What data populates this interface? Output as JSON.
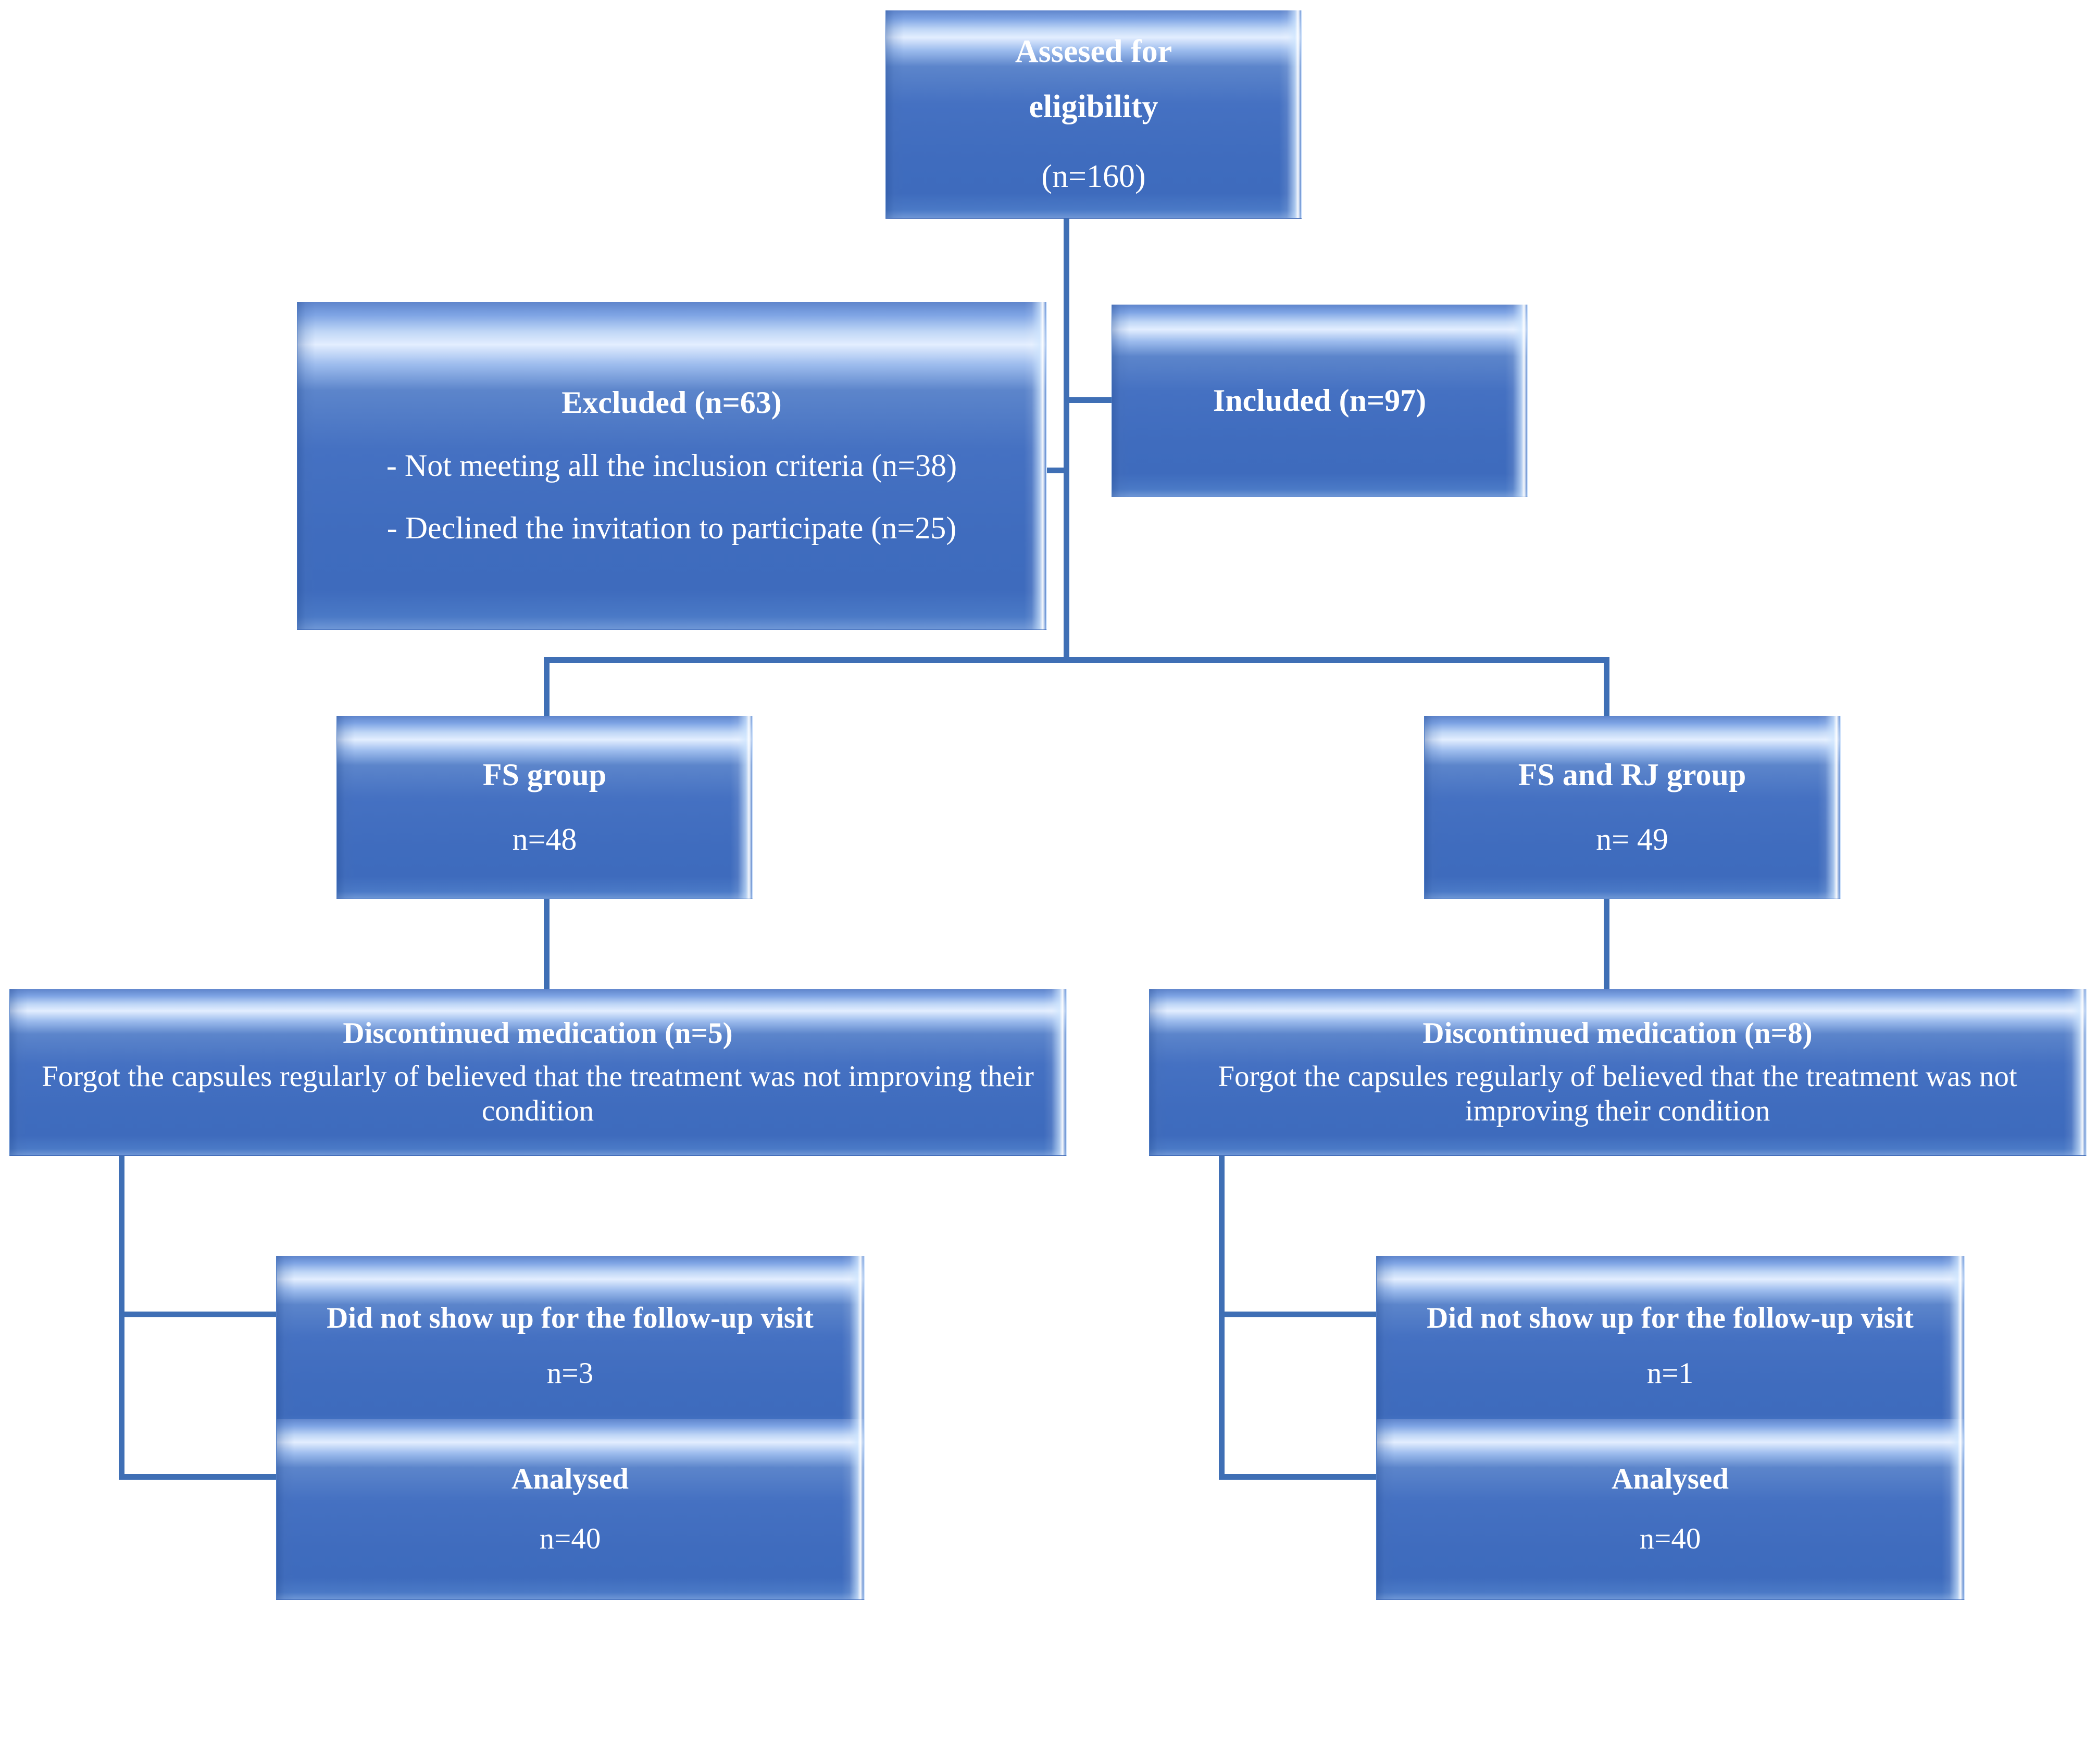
{
  "diagram": {
    "title": "CONSORT participant flow diagram",
    "colors": {
      "box_fill": "#4472C4",
      "box_highlight": "#E3EEFF",
      "box_shadow": "#3A65B4",
      "connector": "#3F6FB5",
      "text": "#FFFFFF",
      "background": "#FFFFFF"
    },
    "nodes": {
      "assessed": {
        "line1": "Assesed for",
        "line2": "eligibility",
        "line3": "(n=160)"
      },
      "excluded": {
        "heading": "Excluded (n=63)",
        "reason1": "- Not meeting all the inclusion criteria (n=38)",
        "reason2": "- Declined the invitation to participate (n=25)"
      },
      "included": {
        "heading": "Included (n=97)"
      },
      "fs_group": {
        "heading": "FS group",
        "count": "n=48"
      },
      "fs_rj_group": {
        "heading": "FS and RJ group",
        "count": "n= 49"
      },
      "discontinued_left": {
        "heading": "Discontinued medication (n=5)",
        "detail": "Forgot the capsules regularly of believed that the treatment was not improving their condition"
      },
      "discontinued_right": {
        "heading": "Discontinued medication (n=8)",
        "detail": "Forgot the capsules regularly of believed that the treatment was not improving their condition"
      },
      "noshow_left": {
        "heading": "Did not show up for the follow-up visit",
        "count": "n=3"
      },
      "noshow_right": {
        "heading": "Did not show up for the follow-up visit",
        "count": "n=1"
      },
      "analysed_left": {
        "heading": "Analysed",
        "count": "n=40"
      },
      "analysed_right": {
        "heading": "Analysed",
        "count": "n=40"
      }
    }
  }
}
